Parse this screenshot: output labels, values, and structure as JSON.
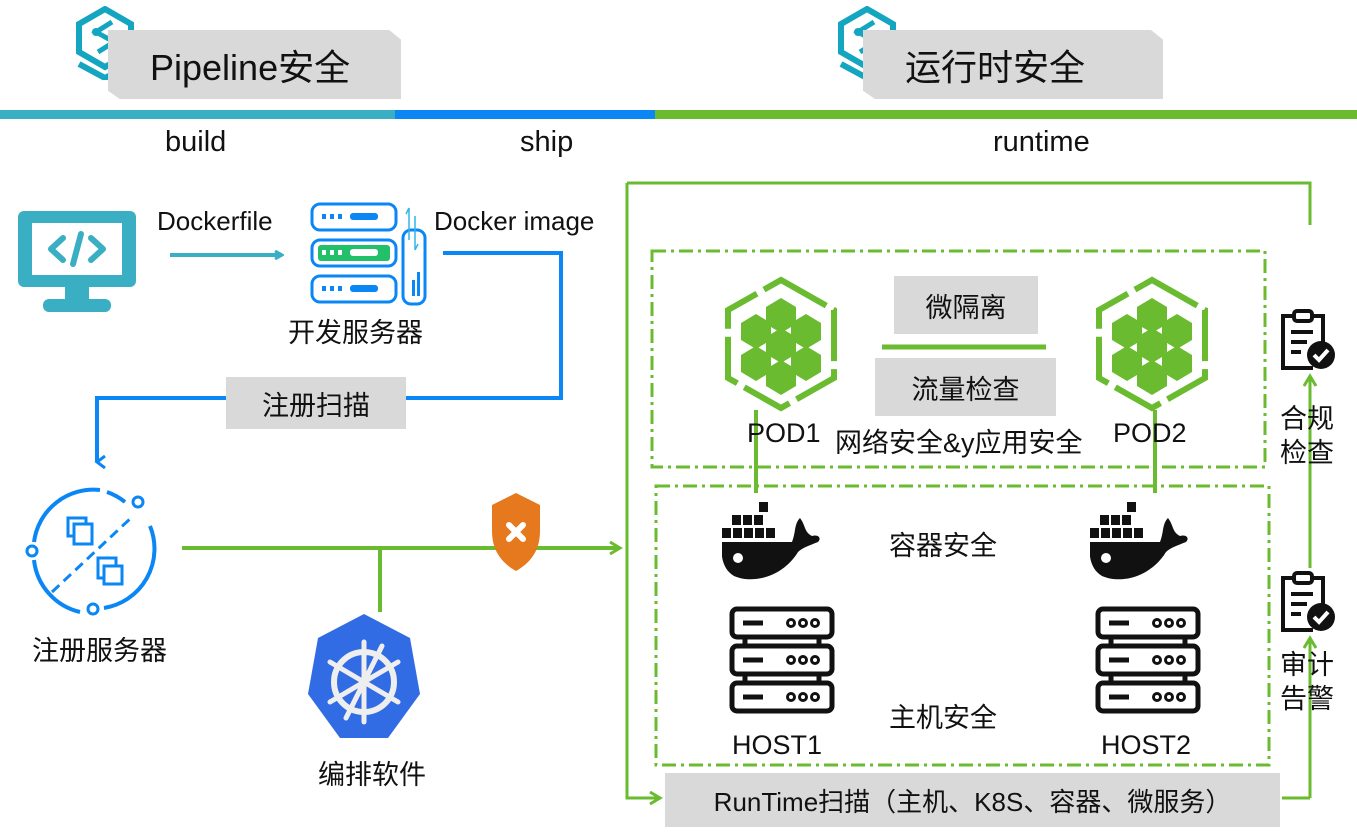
{
  "header": {
    "left_section_title": "Pipeline安全",
    "right_section_title": "运行时安全",
    "stages": [
      "build",
      "ship",
      "runtime"
    ],
    "stage_colors": {
      "build": "#3aafc4",
      "ship": "#0a86f5",
      "runtime": "#6abb30"
    }
  },
  "pipeline": {
    "dockerfile_label": "Dockerfile",
    "docker_image_label": "Docker image",
    "dev_server_label": "开发服务器",
    "registry_scan_label": "注册扫描",
    "registry_server_label": "注册服务器",
    "orchestration_label": "编排软件"
  },
  "runtime": {
    "micro_isolation_label": "微隔离",
    "traffic_inspection_label": "流量检查",
    "network_app_security_label": "网络安全&y应用安全",
    "pod1_label": "POD1",
    "pod2_label": "POD2",
    "container_security_label": "容器安全",
    "host_security_label": "主机安全",
    "host1_label": "HOST1",
    "host2_label": "HOST2",
    "compliance_check_label_line1": "合规",
    "compliance_check_label_line2": "检查",
    "audit_alert_label_line1": "审计",
    "audit_alert_label_line2": "告警",
    "runtime_scan_label": "RunTime扫描（主机、K8S、容器、微服务）"
  },
  "colors": {
    "teal": "#3aafc4",
    "blue": "#0a86f5",
    "green": "#6abb30",
    "orange": "#e6781e",
    "k8s_blue": "#326ce5",
    "grey_box": "#d9d9d9"
  }
}
